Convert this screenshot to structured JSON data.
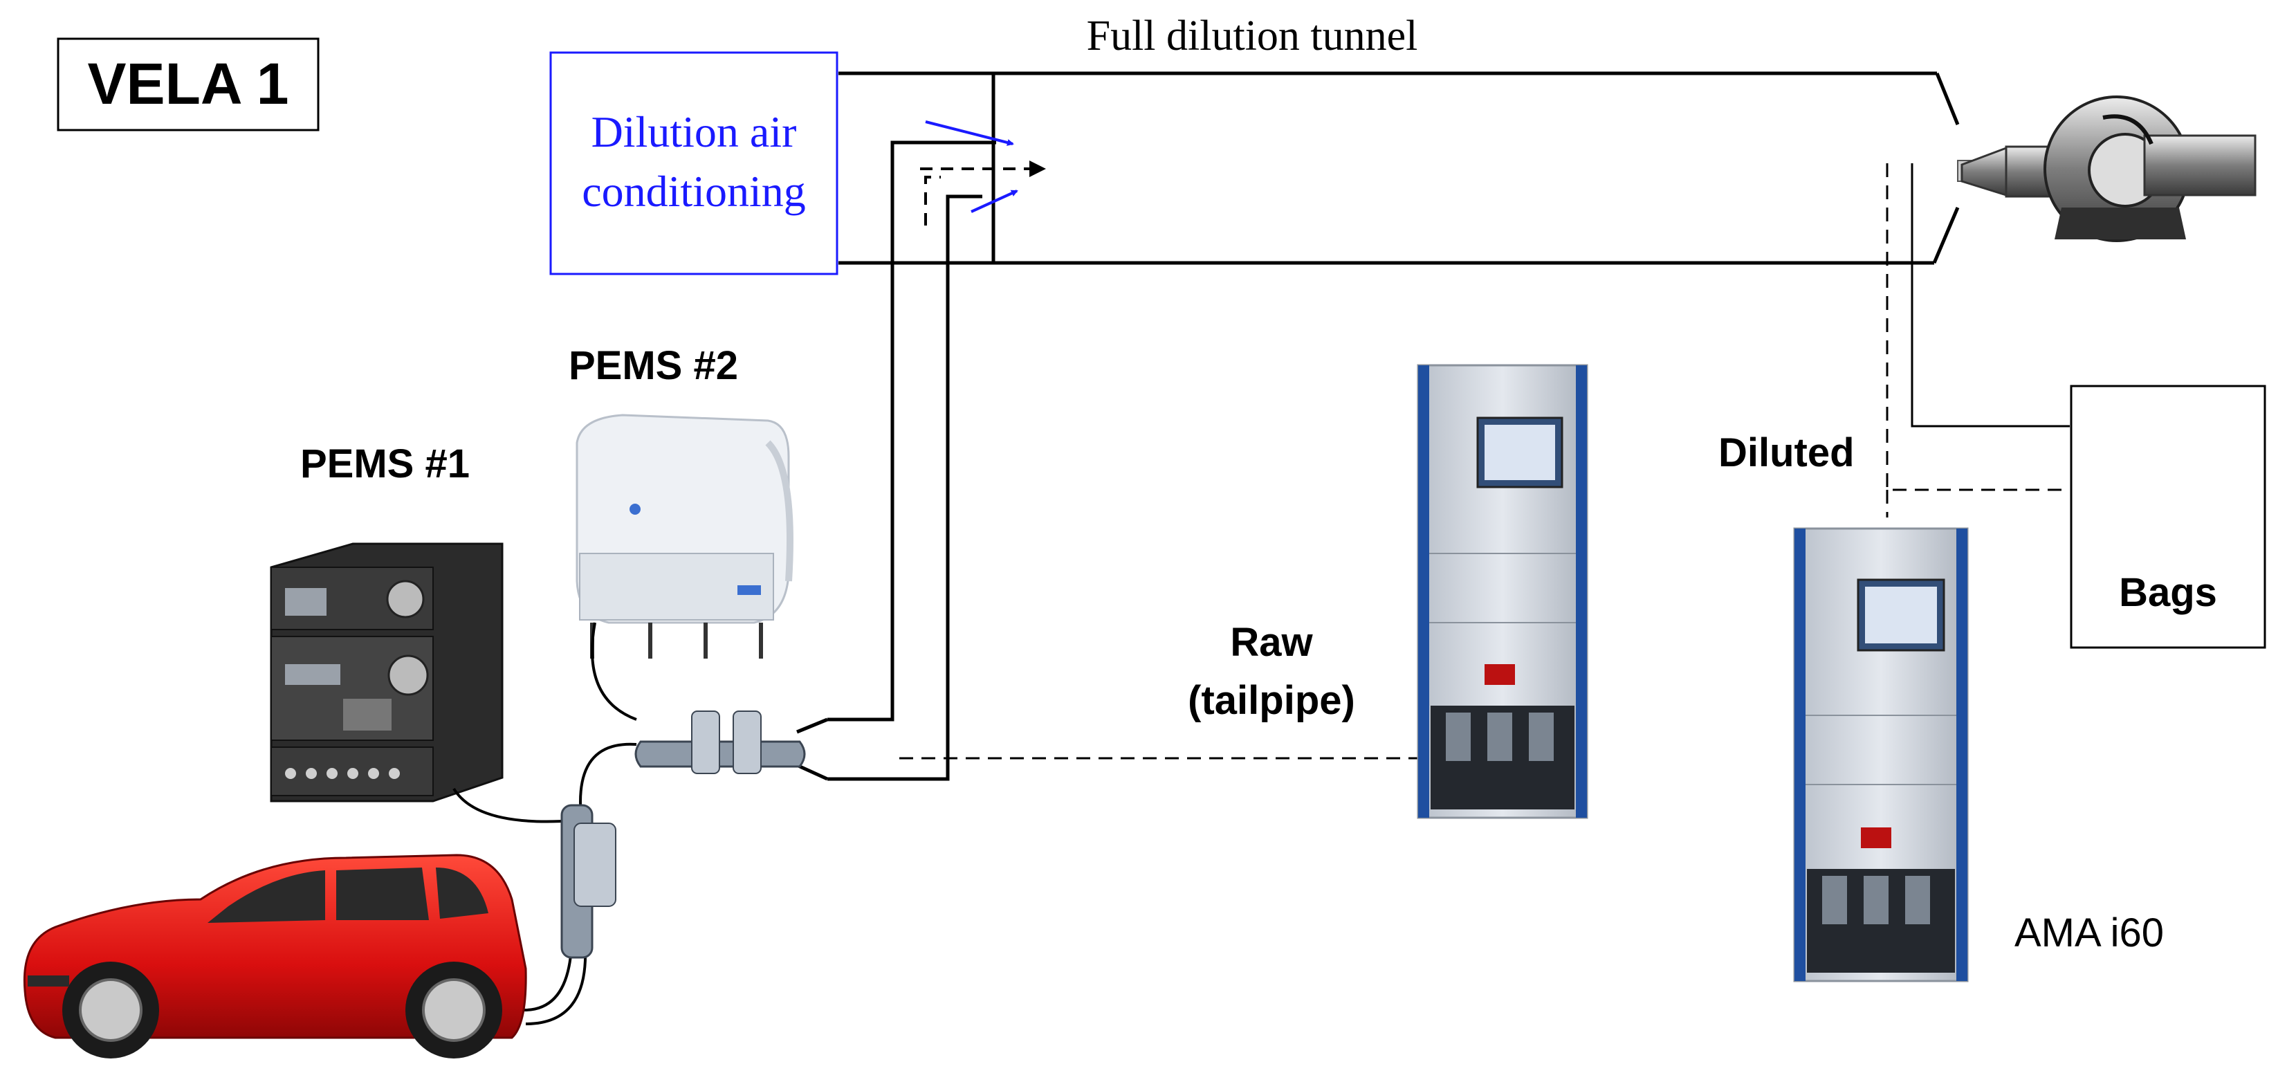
{
  "diagram": {
    "title": "VELA 1",
    "tunnel_label": "Full dilution tunnel",
    "dilution_box": {
      "line1": "Dilution air",
      "line2": "conditioning"
    },
    "pems1_label": "PEMS #1",
    "pems2_label": "PEMS #2",
    "raw_label": {
      "line1": "Raw",
      "line2": "(tailpipe)"
    },
    "diluted_label": "Diluted",
    "bags_label": "Bags",
    "analyzer_label": "AMA i60"
  },
  "colors": {
    "blue_accent": "#1a1aff",
    "line": "#000000",
    "car_red": "#e01414",
    "cabinet_blue": "#1f4fa0",
    "cabinet_grey": "#c9ced6"
  },
  "icons": [
    "car-icon",
    "pems1-device-icon",
    "pems2-device-icon",
    "analyzer-cabinet-icon",
    "blower-pump-icon",
    "exhaust-adapter-icon"
  ]
}
